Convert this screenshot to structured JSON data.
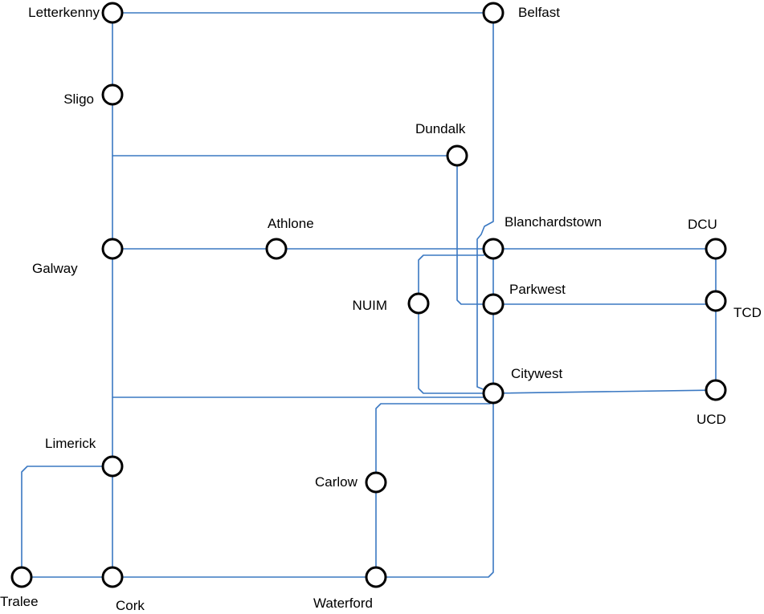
{
  "diagram": {
    "line_color": "#3a78c2",
    "node_stroke": "#000000",
    "node_fill": "#ffffff",
    "nodes": [
      {
        "id": "letterkenny",
        "label": "Letterkenny"
      },
      {
        "id": "belfast",
        "label": "Belfast"
      },
      {
        "id": "sligo",
        "label": "Sligo"
      },
      {
        "id": "dundalk",
        "label": "Dundalk"
      },
      {
        "id": "galway",
        "label": "Galway"
      },
      {
        "id": "athlone",
        "label": "Athlone"
      },
      {
        "id": "blanchardstown",
        "label": "Blanchardstown"
      },
      {
        "id": "dcu",
        "label": "DCU"
      },
      {
        "id": "nuim",
        "label": "NUIM"
      },
      {
        "id": "parkwest",
        "label": "Parkwest"
      },
      {
        "id": "tcd",
        "label": "TCD"
      },
      {
        "id": "citywest",
        "label": "Citywest"
      },
      {
        "id": "ucd",
        "label": "UCD"
      },
      {
        "id": "limerick",
        "label": "Limerick"
      },
      {
        "id": "carlow",
        "label": "Carlow"
      },
      {
        "id": "tralee",
        "label": "Tralee"
      },
      {
        "id": "cork",
        "label": "Cork"
      },
      {
        "id": "waterford",
        "label": "Waterford"
      }
    ],
    "links": [
      {
        "from": "letterkenny",
        "to": "belfast"
      },
      {
        "from": "letterkenny",
        "to": "sligo"
      },
      {
        "from": "sligo",
        "to": "galway"
      },
      {
        "from": "sligo",
        "to": "dundalk"
      },
      {
        "from": "galway",
        "to": "athlone"
      },
      {
        "from": "athlone",
        "to": "blanchardstown"
      },
      {
        "from": "belfast",
        "to": "citywest"
      },
      {
        "from": "dundalk",
        "to": "parkwest"
      },
      {
        "from": "blanchardstown",
        "to": "dcu"
      },
      {
        "from": "blanchardstown",
        "to": "parkwest"
      },
      {
        "from": "nuim",
        "to": "blanchardstown"
      },
      {
        "from": "nuim",
        "to": "citywest"
      },
      {
        "from": "parkwest",
        "to": "tcd"
      },
      {
        "from": "parkwest",
        "to": "citywest"
      },
      {
        "from": "dcu",
        "to": "tcd"
      },
      {
        "from": "tcd",
        "to": "ucd"
      },
      {
        "from": "citywest",
        "to": "ucd"
      },
      {
        "from": "galway",
        "to": "limerick"
      },
      {
        "from": "galway",
        "to": "citywest"
      },
      {
        "from": "limerick",
        "to": "cork"
      },
      {
        "from": "limerick",
        "to": "tralee"
      },
      {
        "from": "tralee",
        "to": "cork"
      },
      {
        "from": "cork",
        "to": "waterford"
      },
      {
        "from": "waterford",
        "to": "carlow"
      },
      {
        "from": "carlow",
        "to": "citywest"
      },
      {
        "from": "waterford",
        "to": "citywest"
      }
    ]
  }
}
